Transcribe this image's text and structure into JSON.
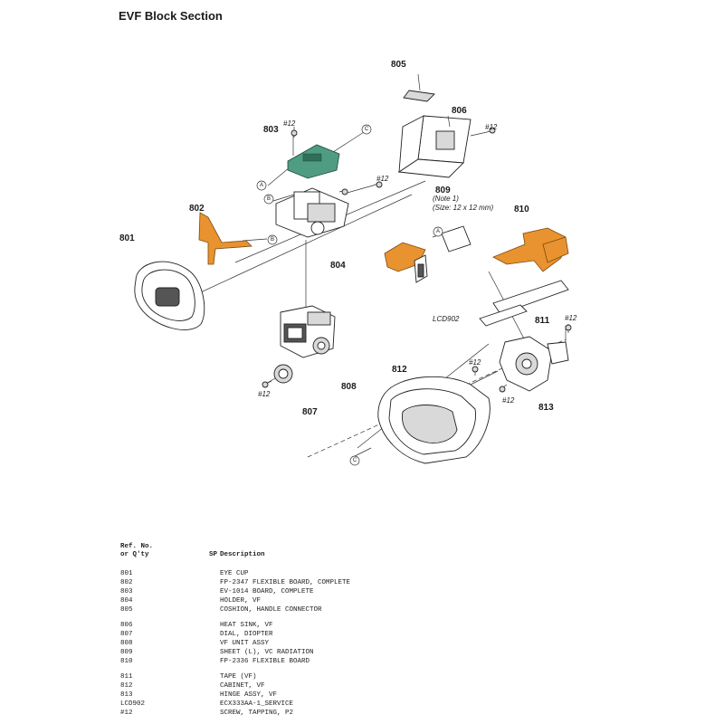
{
  "title": "EVF Block Section",
  "callouts": {
    "c801": "801",
    "c802": "802",
    "c803": "803",
    "c804": "804",
    "c805": "805",
    "c806": "806",
    "c807": "807",
    "c808": "808",
    "c809": "809",
    "c810": "810",
    "c811": "811",
    "c812": "812",
    "c813": "813",
    "lcd": "LCD902"
  },
  "screw_label": "#12",
  "note": {
    "line1": "(Note 1)",
    "line2": "(Size: 12 x 12 mm)"
  },
  "ref_letters": {
    "a": "A",
    "b": "B",
    "c": "C"
  },
  "table": {
    "header_ref": "Ref. No.\nor Q'ty",
    "header_sp": "SP",
    "header_desc": "Description",
    "groups": [
      [
        {
          "ref": "801",
          "desc": "EYE CUP"
        },
        {
          "ref": "802",
          "desc": "FP-2347 FLEXIBLE BOARD, COMPLETE"
        },
        {
          "ref": "803",
          "desc": "EV-1014 BOARD, COMPLETE"
        },
        {
          "ref": "804",
          "desc": "HOLDER, VF"
        },
        {
          "ref": "805",
          "desc": "COSHION, HANDLE CONNECTOR"
        }
      ],
      [
        {
          "ref": "806",
          "desc": "HEAT SINK, VF"
        },
        {
          "ref": "807",
          "desc": "DIAL, DIOPTER"
        },
        {
          "ref": "808",
          "desc": "VF UNIT ASSY"
        },
        {
          "ref": "809",
          "desc": "SHEET (L), VC RADIATION"
        },
        {
          "ref": "810",
          "desc": "FP-2336 FLEXIBLE BOARD"
        }
      ],
      [
        {
          "ref": "811",
          "desc": "TAPE (VF)"
        },
        {
          "ref": "812",
          "desc": "CABINET, VF"
        },
        {
          "ref": "813",
          "desc": "HINGE ASSY, VF"
        },
        {
          "ref": "LCD902",
          "desc": "ECX333AA-1_SERVICE"
        },
        {
          "ref": "#12",
          "desc": "SCREW, TAPPING, P2"
        }
      ]
    ]
  }
}
